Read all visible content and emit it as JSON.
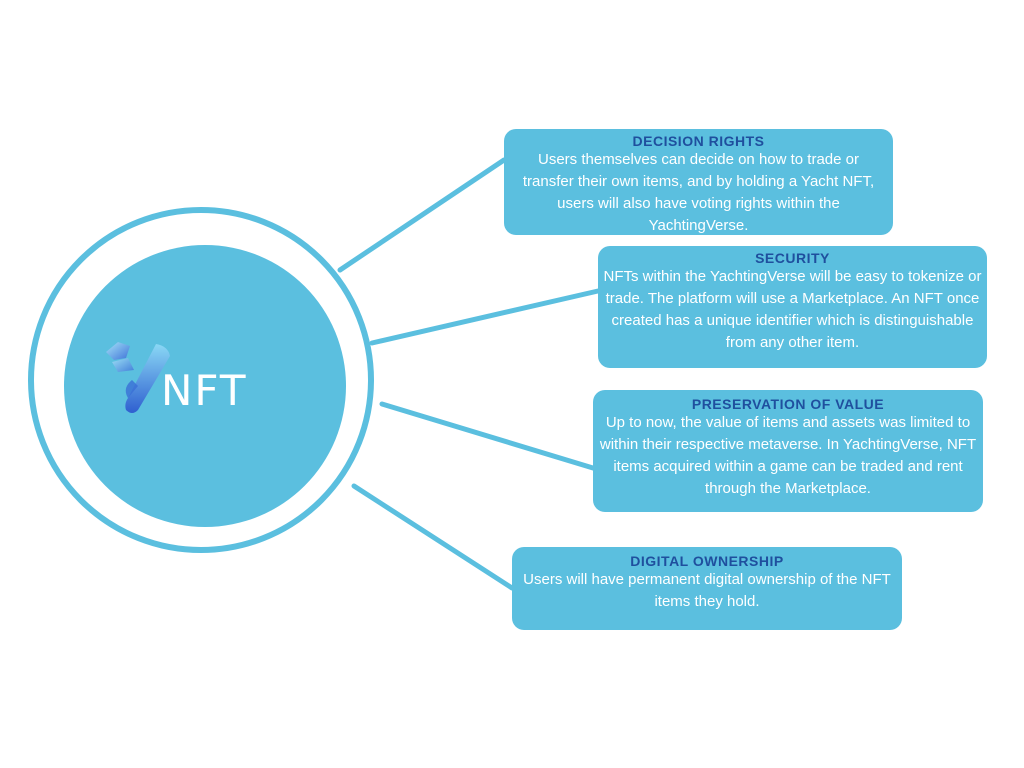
{
  "center": {
    "logo_text": "NFT",
    "colors": {
      "ring": "#5bbfdf",
      "fill": "#5bbfdf",
      "logo_gradient_top": "#7fd3f2",
      "logo_gradient_bottom": "#2f5fd0"
    },
    "logo_icon": "y-shape-logo-icon"
  },
  "cards": {
    "decision": {
      "title": "DECISION RIGHTS",
      "body": "Users themselves can decide on how to trade or transfer their own items, and by holding a Yacht NFT, users will also have voting rights within the YachtingVerse."
    },
    "security": {
      "title": "SECURITY",
      "body": "NFTs within the YachtingVerse will be easy to tokenize or trade. The platform will use a Marketplace. An NFT once created has a unique identifier which is distinguishable from any other item."
    },
    "preservation": {
      "title": "PRESERVATION OF VALUE",
      "body": "Up to now, the value of  items and assets was limited to within their respective metaverse. In YachtingVerse, NFT items acquired within a game can be traded and rent through the Marketplace."
    },
    "ownership": {
      "title": "DIGITAL OWNERSHIP",
      "body": "Users will have permanent digital ownership of the NFT items they hold."
    }
  },
  "colors": {
    "card_bg": "#5bbfdf",
    "title": "#1f4f9e",
    "body_text": "#ffffff",
    "connector": "#5bbfdf"
  }
}
